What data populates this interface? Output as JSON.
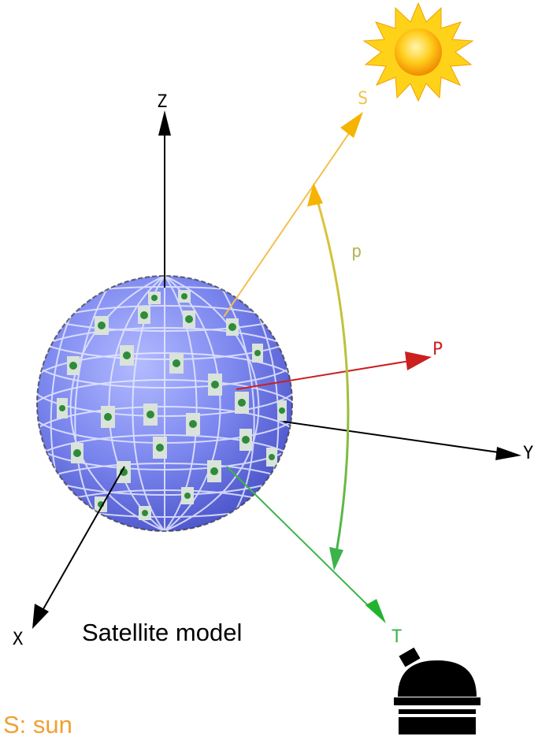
{
  "labels": {
    "z_axis": "Z",
    "y_axis": "Y",
    "x_axis": "X",
    "sun_vector": "S",
    "panel_vector": "P",
    "target_vector": "T",
    "phase_angle": "p",
    "model_caption": "Satellite model",
    "legend_sun": "S: sun"
  },
  "colors": {
    "axis": "#000000",
    "sun_vector": "#f2c14e",
    "sun_arrowhead": "#f4b400",
    "panel_vector": "#cc1f1f",
    "target_vector": "#3cb34a",
    "sphere": "#7b86ee",
    "panel_cell": "#2e8b3a",
    "legend_text": "#f0a030",
    "phase_label": "#b7b55a"
  },
  "icons": {
    "sun": "sun-icon",
    "observatory": "observatory-telescope-icon"
  }
}
